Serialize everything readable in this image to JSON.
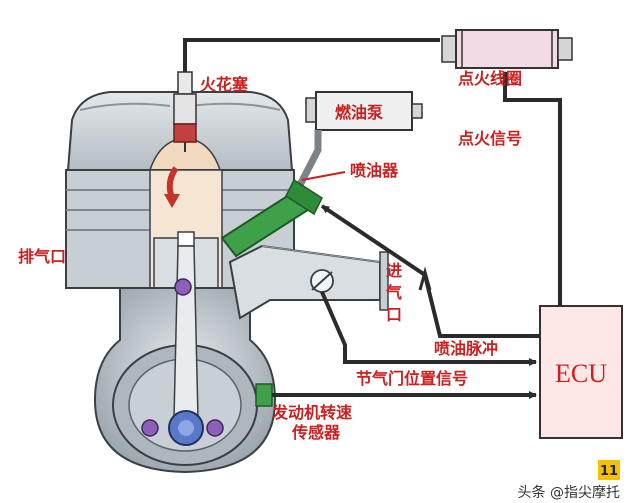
{
  "labels": {
    "spark_plug": "火花塞",
    "ignition_coil": "点火线圈",
    "fuel_pump": "燃油泵",
    "injector": "喷油器",
    "ignition_signal": "点火信号",
    "exhaust": "排气口",
    "intake_line1": "进",
    "intake_line2": "气",
    "intake_line3": "口",
    "injection_pulse": "喷油脉冲",
    "throttle_signal": "节气门位置信号",
    "engine_speed_line1": "发动机转速",
    "engine_speed_line2": "传感器",
    "ecu": "ECU"
  },
  "footer": {
    "watermark": "头条 @指尖摩托",
    "page_number": "11"
  },
  "colors": {
    "label_red": "#cc1f1f",
    "signal_line": "#2b2b2b",
    "ecu_fill": "#fde7e7",
    "engine_gray": "#b9c1c8",
    "cylinder_beige": "#f4e6d2",
    "injector_green": "#3fa04a"
  }
}
